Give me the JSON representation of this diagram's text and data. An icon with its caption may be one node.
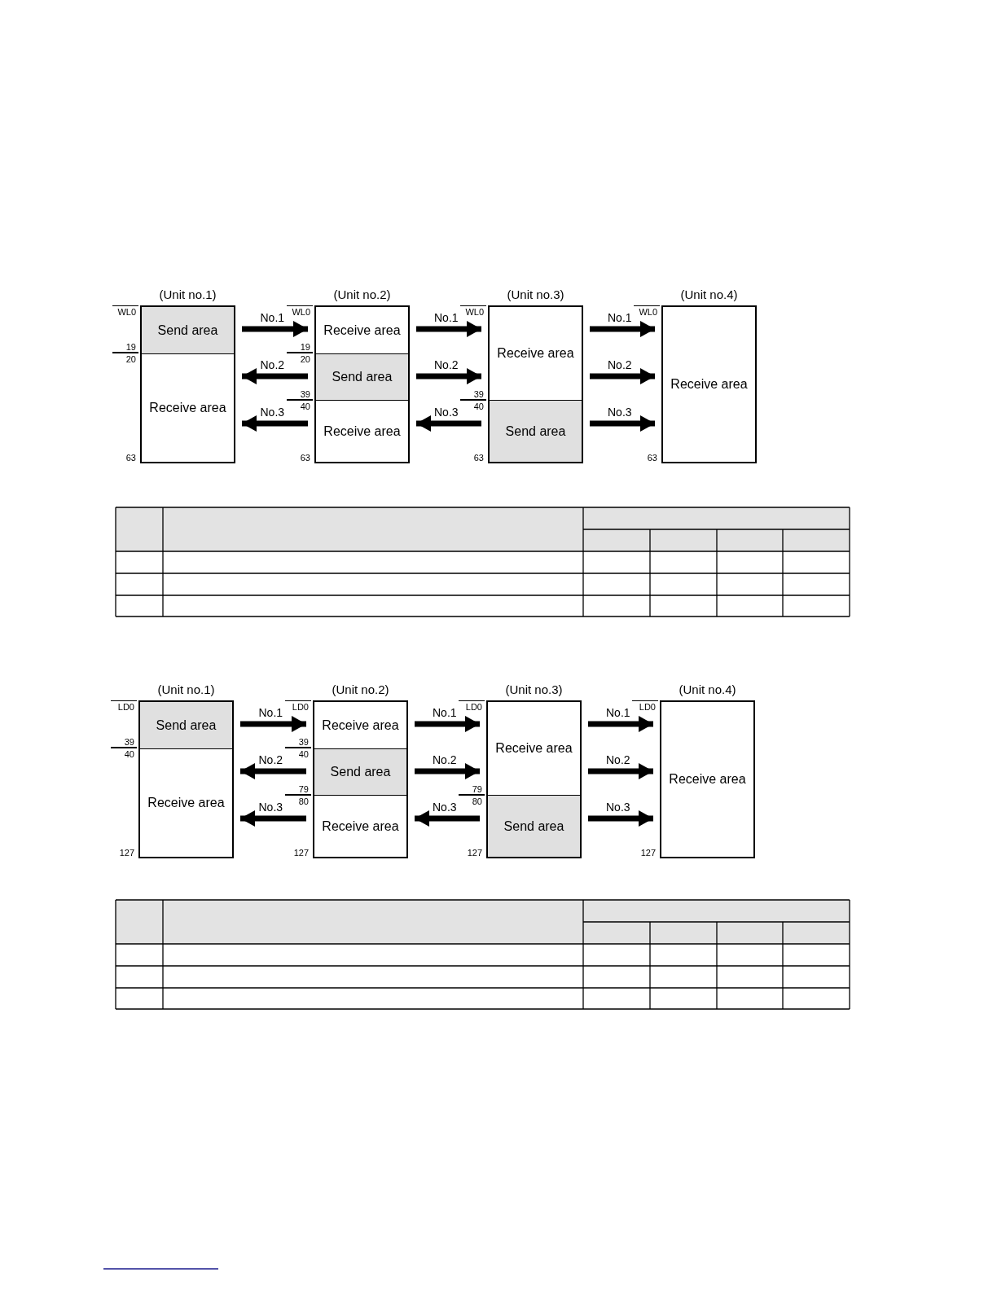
{
  "diagram": {
    "nodes": [
      {
        "text": [
          "(Unit no.1)"
        ]
      },
      {
        "text": [
          "Send area"
        ],
        "in": 0
      },
      {
        "text": [
          "Receive area"
        ],
        "in": 0
      },
      {
        "text": [
          "(Unit no.2)"
        ]
      },
      {
        "text": [
          "Receive area"
        ],
        "in": 3
      },
      {
        "text": [
          "Send area"
        ],
        "in": 3
      },
      {
        "text": [
          "Receive area"
        ],
        "in": 3
      },
      {
        "text": [
          "(Unit no.3)"
        ]
      },
      {
        "text": [
          "Receive area"
        ],
        "in": 7
      },
      {
        "text": [
          "Send area"
        ],
        "in": 7
      },
      {
        "text": [
          "(Unit no.4)"
        ]
      },
      {
        "text": [
          "Receive area"
        ],
        "in": 10
      },
      {
        "text": [
          "(Unit no.1)"
        ]
      },
      {
        "text": [
          "Send area"
        ],
        "in": 12
      },
      {
        "text": [
          "Receive area"
        ],
        "in": 12
      },
      {
        "text": [
          "(Unit no.2)"
        ]
      },
      {
        "text": [
          "Receive area"
        ],
        "in": 15
      },
      {
        "text": [
          "Send area"
        ],
        "in": 15
      },
      {
        "text": [
          "Receive area"
        ],
        "in": 15
      },
      {
        "text": [
          "(Unit no.3)"
        ]
      },
      {
        "text": [
          "Receive area"
        ],
        "in": 19
      },
      {
        "text": [
          "Send area"
        ],
        "in": 19
      },
      {
        "text": [
          "(Unit no.4)"
        ]
      },
      {
        "text": [
          "Receive area"
        ],
        "in": 22
      }
    ],
    "edges": [
      {
        "from": 0,
        "to": 3,
        "arrow": "to",
        "label": "No.1"
      },
      {
        "from": 3,
        "to": 7,
        "arrow": "to",
        "label": "No.1"
      },
      {
        "from": 7,
        "to": 10,
        "arrow": "to",
        "label": "No.1"
      },
      {
        "from": 3,
        "to": 0,
        "arrow": "to",
        "label": "No.2"
      },
      {
        "from": 3,
        "to": 7,
        "arrow": "to",
        "label": "No.2"
      },
      {
        "from": 7,
        "to": 10,
        "arrow": "to",
        "label": "No.2"
      },
      {
        "from": 3,
        "to": 0,
        "arrow": "to",
        "label": "No.3"
      },
      {
        "from": 7,
        "to": 3,
        "arrow": "to",
        "label": "No.3"
      },
      {
        "from": 7,
        "to": 10,
        "arrow": "to",
        "label": "No.3"
      },
      {
        "from": 12,
        "to": 15,
        "arrow": "to",
        "label": "No.1"
      },
      {
        "from": 15,
        "to": 19,
        "arrow": "to",
        "label": "No.1"
      },
      {
        "from": 19,
        "to": 22,
        "arrow": "to",
        "label": "No.1"
      },
      {
        "from": 15,
        "to": 12,
        "arrow": "to",
        "label": "No.2"
      },
      {
        "from": 15,
        "to": 19,
        "arrow": "to",
        "label": "No.2"
      },
      {
        "from": 19,
        "to": 22,
        "arrow": "to",
        "label": "No.2"
      },
      {
        "from": 15,
        "to": 12,
        "arrow": "to",
        "label": "No.3"
      },
      {
        "from": 19,
        "to": 15,
        "arrow": "to",
        "label": "No.3"
      },
      {
        "from": 19,
        "to": 22,
        "arrow": "to",
        "label": "No.3"
      }
    ],
    "labels": [
      "WL0",
      "19",
      "20",
      "63",
      "WL0",
      "19",
      "20",
      "39",
      "40",
      "63",
      "WL0",
      "39",
      "40",
      "63",
      "WL0",
      "63",
      "LD0",
      "39",
      "40",
      "127",
      "LD0",
      "39",
      "40",
      "79",
      "80",
      "127",
      "LD0",
      "79",
      "80",
      "127",
      "LD0",
      "127"
    ]
  }
}
